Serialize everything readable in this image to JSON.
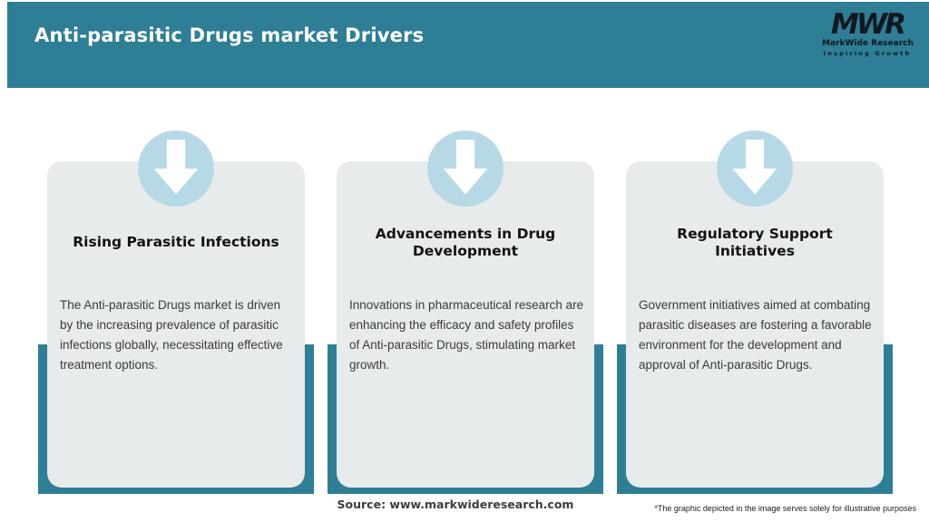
{
  "header": {
    "title": "Anti-parasitic Drugs market Drivers"
  },
  "logo": {
    "monogram": "MWR",
    "name": "MarkWide Research",
    "tagline": "Inspiring Growth"
  },
  "cards": [
    {
      "icon": "arrow-down-icon",
      "title": "Rising Parasitic Infections",
      "body": "The Anti-parasitic Drugs market is driven by the increasing prevalence of parasitic infections globally, necessitating effective treatment options."
    },
    {
      "icon": "arrow-down-icon",
      "title": "Advancements in Drug Development",
      "body": "Innovations in pharmaceutical research are enhancing the efficacy and safety profiles of Anti-parasitic Drugs, stimulating market growth."
    },
    {
      "icon": "arrow-down-icon",
      "title": "Regulatory Support Initiatives",
      "body": "Government initiatives aimed at combating parasitic diseases are fostering a favorable environment for the development and approval of Anti-parasitic Drugs."
    }
  ],
  "footer": {
    "source": "Source: www.markwideresearch.com",
    "disclaimer": "*The graphic depicted in the image serves solely for illustrative purposes"
  },
  "colors": {
    "teal": "#2e7e96",
    "icon_circle": "#b7d9e6",
    "card_background": "#e8ebeb",
    "logo_ink": "#101820"
  }
}
